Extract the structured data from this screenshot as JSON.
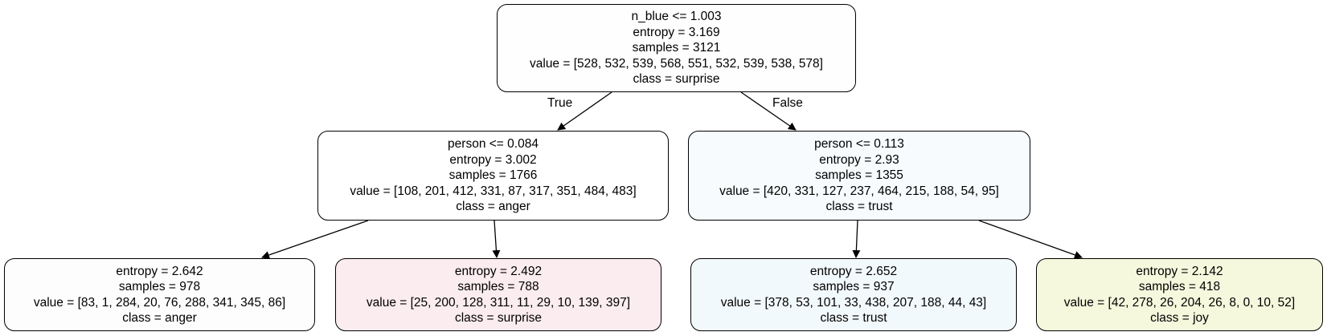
{
  "tree": {
    "root": {
      "split": "n_blue <= 1.003",
      "entropy": "entropy = 3.169",
      "samples": "samples = 3121",
      "value": "value = [528, 532, 539, 568, 551, 532, 539, 538, 578]",
      "class": "class = surprise",
      "fill": "#fefefe"
    },
    "left": {
      "split": "person <= 0.084",
      "entropy": "entropy = 3.002",
      "samples": "samples = 1766",
      "value": "value = [108, 201, 412, 331, 87, 317, 351, 484, 483]",
      "class": "class = anger",
      "fill": "#ffffff"
    },
    "right": {
      "split": "person <= 0.113",
      "entropy": "entropy = 2.93",
      "samples": "samples = 1355",
      "value": "value = [420, 331, 127, 237, 464, 215, 188, 54, 95]",
      "class": "class = trust",
      "fill": "#f7fbfd"
    },
    "leaf_ll": {
      "entropy": "entropy = 2.642",
      "samples": "samples = 978",
      "value": "value = [83, 1, 284, 20, 76, 288, 341, 345, 86]",
      "class": "class = anger",
      "fill": "#fdfdfd"
    },
    "leaf_lr": {
      "entropy": "entropy = 2.492",
      "samples": "samples = 788",
      "value": "value = [25, 200, 128, 311, 11, 29, 10, 139, 397]",
      "class": "class = surprise",
      "fill": "#fbecef"
    },
    "leaf_rl": {
      "entropy": "entropy = 2.652",
      "samples": "samples = 937",
      "value": "value = [378, 53, 101, 33, 438, 207, 188, 44, 43]",
      "class": "class = trust",
      "fill": "#f2f9fc"
    },
    "leaf_rr": {
      "entropy": "entropy = 2.142",
      "samples": "samples = 418",
      "value": "value = [42, 278, 26, 204, 26, 8, 0, 10, 52]",
      "class": "class = joy",
      "fill": "#f6f8dd"
    }
  },
  "edge_labels": {
    "true": "True",
    "false": "False"
  }
}
